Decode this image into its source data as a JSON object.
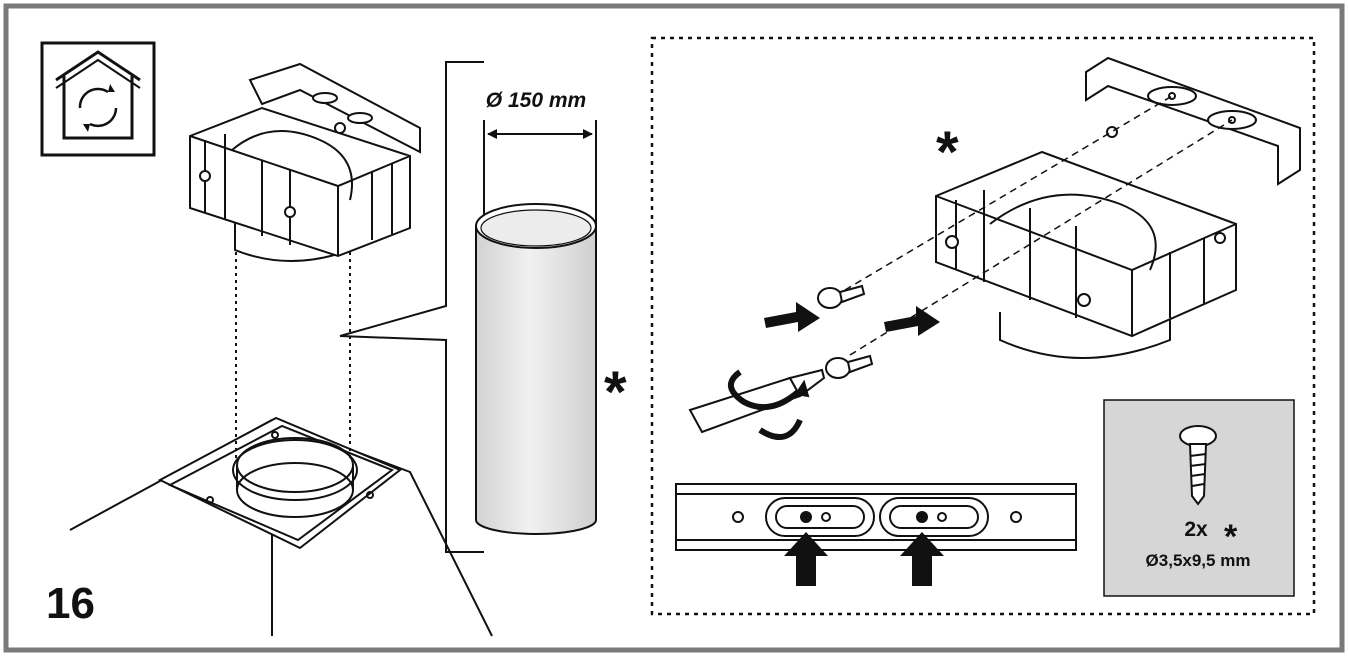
{
  "step_number": "16",
  "duct": {
    "diameter_label": "Ø 150 mm"
  },
  "optional_mark": "*",
  "screws": {
    "quantity": "2x",
    "size": "Ø3,5x9,5 mm"
  },
  "icons": {
    "mode_icon": "recirculation-house-icon",
    "tool_icon": "screwdriver-icon",
    "fastener_icon": "screw-icon"
  },
  "colors": {
    "frame": "#7a7a7a",
    "ink": "#111111",
    "duct_fill": "#e4e4e4",
    "panel_fill": "#d6d6d6"
  }
}
